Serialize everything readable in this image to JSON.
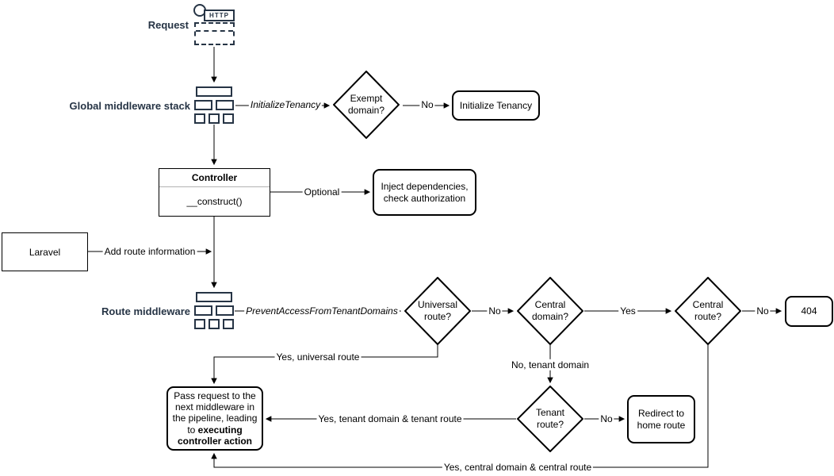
{
  "colors": {
    "icon_and_label_navy": "#263445",
    "shape_border": "#000000",
    "edge_line": "#000000",
    "controller_divider": "#b3b3b3",
    "background": "#ffffff"
  },
  "nodes": {
    "request": {
      "label": "Request",
      "http_badge": "HTTP"
    },
    "global_middleware_stack": {
      "label": "Global middleware stack"
    },
    "exempt_domain": {
      "label": "Exempt domain?"
    },
    "initialize_tenancy": {
      "label": "Initialize Tenancy"
    },
    "controller": {
      "title": "Controller",
      "member": "__construct()"
    },
    "inject_dependencies": {
      "label": "Inject dependencies, check authorization"
    },
    "laravel": {
      "label": "Laravel"
    },
    "route_middleware": {
      "label": "Route middleware"
    },
    "universal_route": {
      "label": "Universal route?"
    },
    "central_domain": {
      "label": "Central domain?"
    },
    "central_route": {
      "label": "Central route?"
    },
    "error_404": {
      "label": "404"
    },
    "tenant_route": {
      "label": "Tenant route?"
    },
    "redirect_home": {
      "label": "Redirect to home route"
    },
    "pass_request": {
      "normal": "Pass request to the next middleware in the pipeline, leading to ",
      "bold": "executing controller action"
    }
  },
  "edge_labels": {
    "initialize_tenancy_mw": "InitializeTenancy",
    "exempt_no": "No",
    "optional": "Optional",
    "add_route_information": "Add route information",
    "prevent_access_mw": "PreventAccessFromTenantDomains",
    "universal_no": "No",
    "central_domain_yes": "Yes",
    "central_route_no": "No",
    "yes_universal_route": "Yes, universal route",
    "no_tenant_domain": "No, tenant domain",
    "tenant_no": "No",
    "yes_tenant_domain_route": "Yes, tenant domain & tenant route",
    "yes_central_domain_route": "Yes, central domain & central route"
  }
}
